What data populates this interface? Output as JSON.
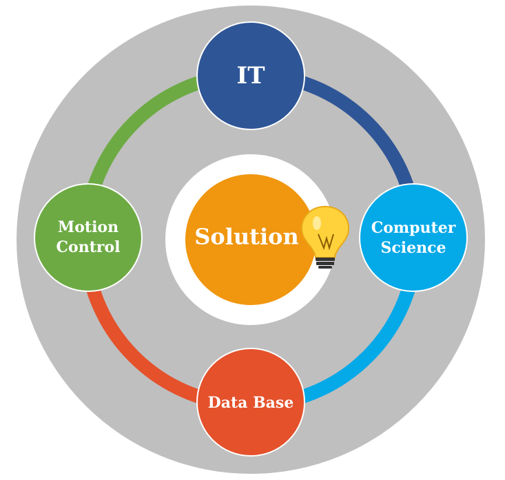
{
  "center": {
    "label": "Solution",
    "color": "#F0960F"
  },
  "nodes": [
    {
      "id": "it",
      "lines": [
        "IT"
      ],
      "color": "#2E5596"
    },
    {
      "id": "computer-science",
      "lines": [
        "Computer",
        "Science"
      ],
      "color": "#04A9E8"
    },
    {
      "id": "data-base",
      "lines": [
        "Data Base"
      ],
      "color": "#E4512B"
    },
    {
      "id": "motion-control",
      "lines": [
        "Motion",
        "Control"
      ],
      "color": "#6DAA44"
    }
  ],
  "colors": {
    "background_ring": "#BFBFBF",
    "center_ring": "#FFFFFF",
    "bulb": "#FFD23C",
    "bulb_base": "#333333"
  },
  "icon": "light-bulb-icon"
}
